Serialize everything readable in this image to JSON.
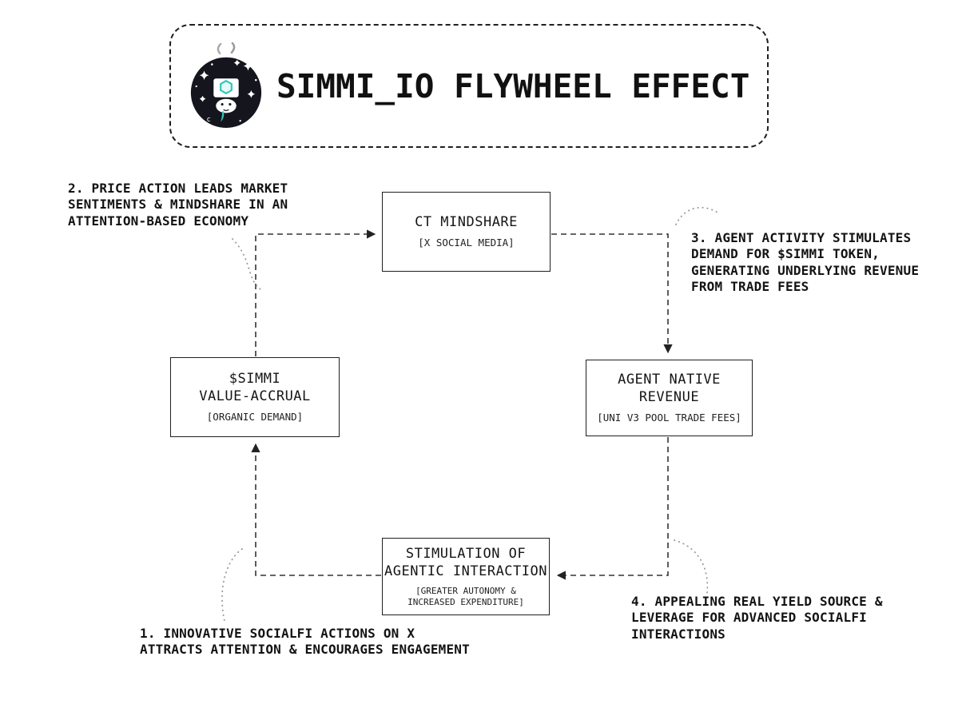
{
  "title": "SIMMI_IO FLYWHEEL EFFECT",
  "logo": {
    "name": "simmi-mascot-logo"
  },
  "nodes": {
    "ct_mindshare": {
      "title": "CT MINDSHARE",
      "subtitle": "[X SOCIAL MEDIA]"
    },
    "agent_native_revenue": {
      "title": "AGENT NATIVE\nREVENUE",
      "subtitle": "[UNI V3 POOL TRADE FEES]"
    },
    "stimulation": {
      "title": "STIMULATION OF\nAGENTIC INTERACTION",
      "subtitle": "[GREATER AUTONOMY &\nINCREASED EXPENDITURE]"
    },
    "value_accrual": {
      "title": "$SIMMI\nVALUE-ACCRUAL",
      "subtitle": "[ORGANIC DEMAND]"
    }
  },
  "annotations": {
    "note1": "1. INNOVATIVE SOCIALFI ACTIONS ON X\nATTRACTS ATTENTION & ENCOURAGES ENGAGEMENT",
    "note2": "2. PRICE ACTION LEADS MARKET\nSENTIMENTS & MINDSHARE IN AN\nATTENTION-BASED ECONOMY",
    "note3": "3. AGENT ACTIVITY STIMULATES\nDEMAND FOR $SIMMI TOKEN,\nGENERATING UNDERLYING REVENUE\nFROM TRADE FEES",
    "note4": "4. APPEALING REAL YIELD SOURCE &\nLEVERAGE FOR ADVANCED SOCIALFI\nINTERACTIONS"
  },
  "colors": {
    "ink": "#1a1a1a",
    "connector": "#333333",
    "squiggle": "#999999",
    "accent_teal": "#35c7b8",
    "background": "#ffffff"
  }
}
